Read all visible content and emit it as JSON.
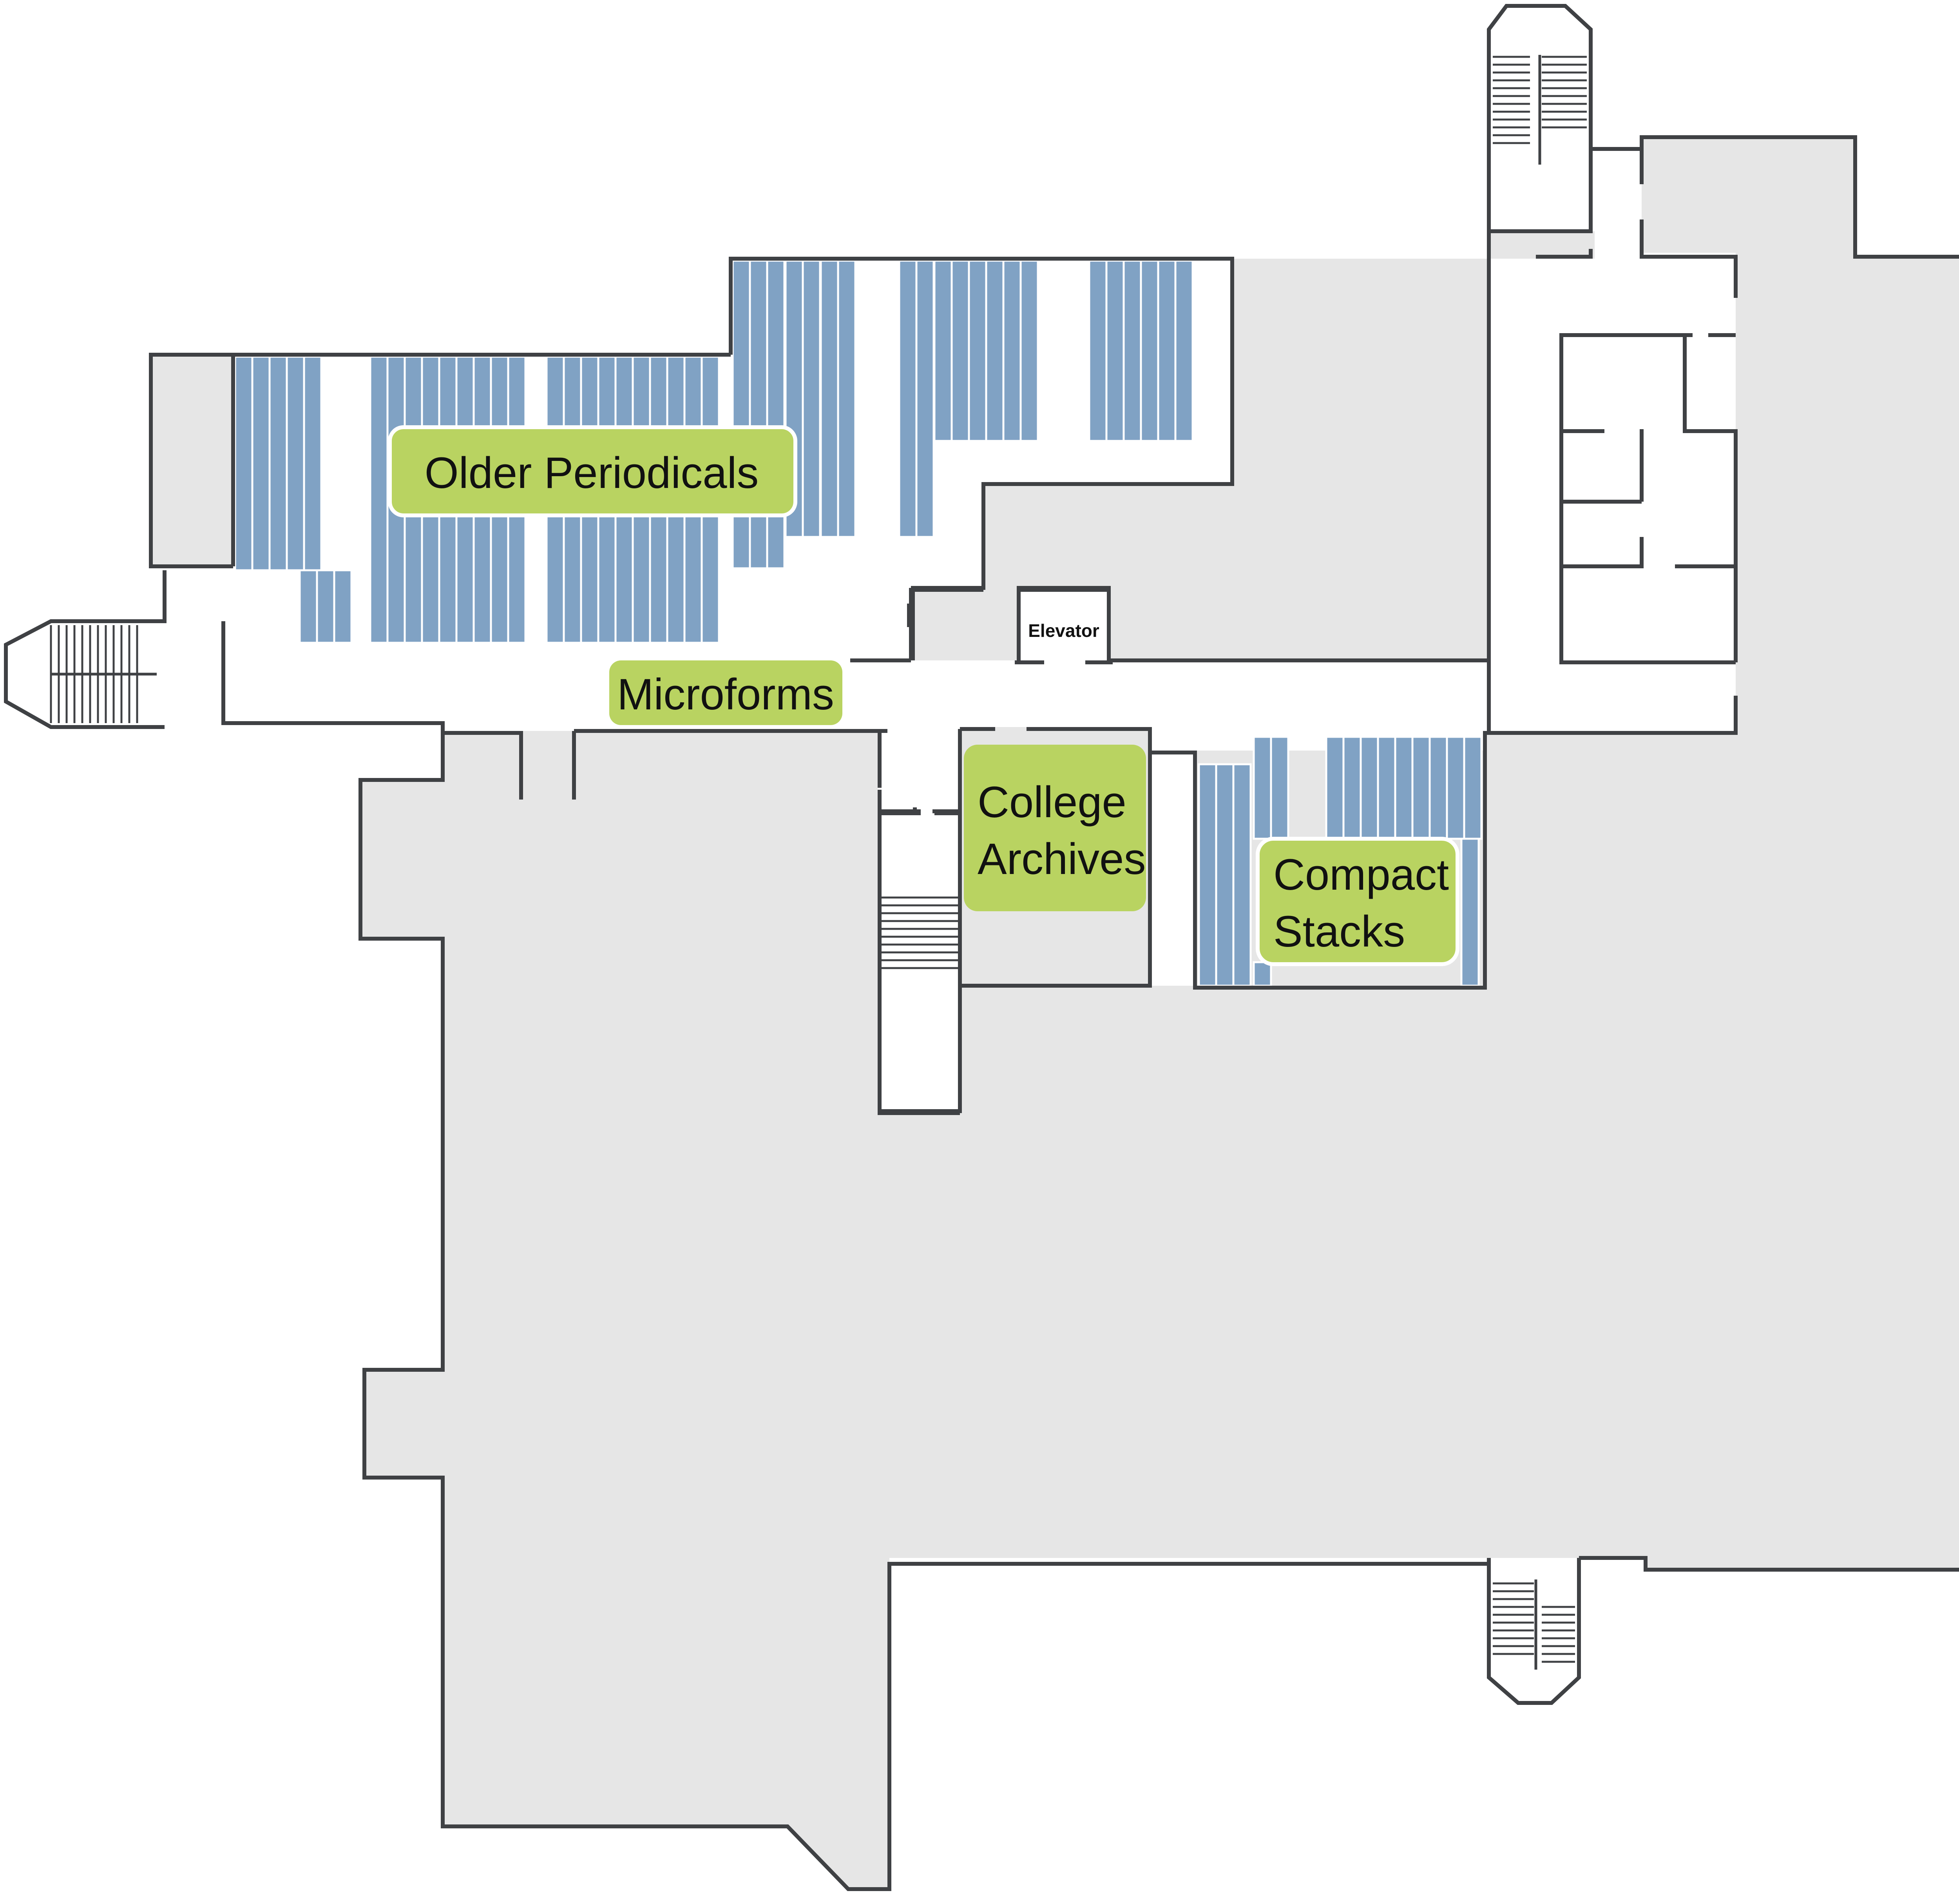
{
  "map": {
    "accent_color": "#b9d361",
    "shelving_color": "#80a2c4",
    "space_color": "#e6e6e6",
    "wall_color": "#3f4144",
    "rooms": {
      "older_periodicals": "Older Periodicals",
      "microforms": "Microforms",
      "college_archives_line1": "College",
      "college_archives_line2": "Archives",
      "compact_stacks_line1": "Compact",
      "compact_stacks_line2": "Stacks",
      "elevator": "Elevator"
    }
  }
}
